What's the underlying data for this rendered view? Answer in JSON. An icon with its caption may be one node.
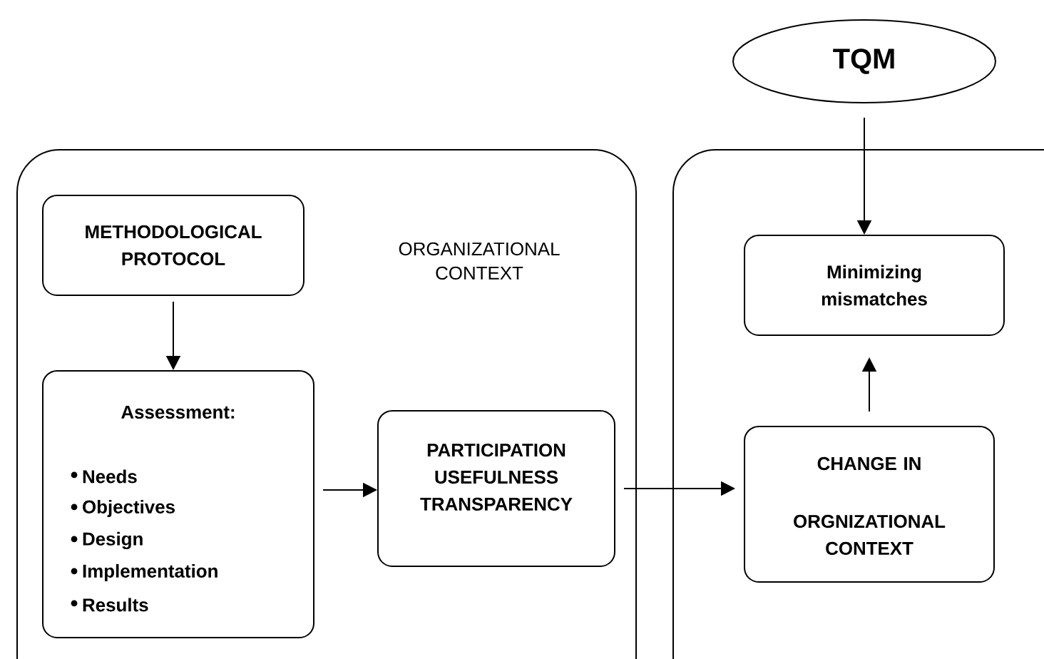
{
  "diagram": {
    "nodes": [
      {
        "text": [
          "ORGANIZATIONAL CONTEXT"
        ]
      },
      {
        "text": [
          "METHODOLOGICAL PROTOCOL"
        ],
        "in": 0
      },
      {
        "text": [
          "Assessment:",
          "Needs",
          "Objectives",
          "Design",
          "Implementation",
          "Results"
        ],
        "in": 0
      },
      {
        "text": [
          "PARTICIPATION USEFULNESS TRANSPARENCY"
        ],
        "in": 0
      },
      {
        "text": [
          "TQM"
        ]
      },
      {
        "text": [],
        "shape": "box"
      },
      {
        "text": [
          "Minimizing mismatches"
        ],
        "in": 5
      },
      {
        "text": [
          "CHANGE IN",
          "ORGNIZATIONAL CONTEXT"
        ],
        "in": 5
      }
    ],
    "edges": [
      {
        "from": 1,
        "to": 2,
        "arrow": "to"
      },
      {
        "from": 2,
        "to": 3,
        "arrow": "to"
      },
      {
        "from": 3,
        "to": 7,
        "arrow": "to"
      },
      {
        "from": 4,
        "to": 6,
        "arrow": "to"
      },
      {
        "from": 7,
        "to": 6,
        "arrow": "to"
      }
    ]
  }
}
